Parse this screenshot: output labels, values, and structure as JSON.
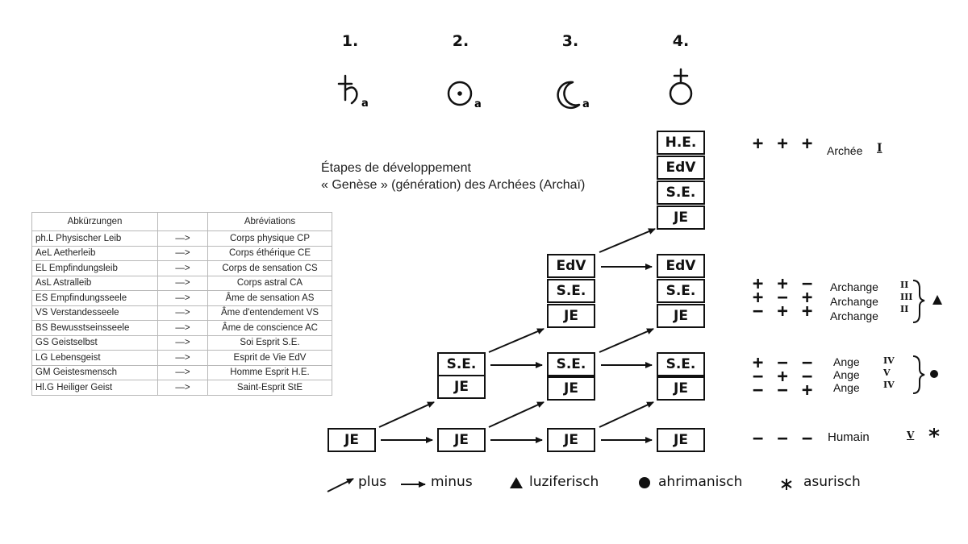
{
  "title": {
    "line1": "Étapes de développement",
    "line2": "« Genèse » (génération) des Archées (Archaï)"
  },
  "table": {
    "headers": [
      "Abkürzungen",
      "",
      "Abréviations"
    ],
    "rows": [
      [
        "ph.L Physischer Leib",
        "—>",
        "Corps physique CP"
      ],
      [
        "AeL Aetherleib",
        "—>",
        "Corps éthérique CE"
      ],
      [
        "EL Empfindungsleib",
        "—>",
        "Corps de sensation CS"
      ],
      [
        "AsL Astralleib",
        "—>",
        "Corps astral CA"
      ],
      [
        "ES Empfindungsseele",
        "—>",
        "Âme de sensation AS"
      ],
      [
        "VS Verstandesseele",
        "—>",
        "Âme d'entendement VS"
      ],
      [
        "BS Bewusstseinsseele",
        "—>",
        "Âme de conscience AC"
      ],
      [
        "GS Geistselbst",
        "—>",
        "Soi Esprit S.E."
      ],
      [
        "LG Lebensgeist",
        "—>",
        "Esprit de Vie EdV"
      ],
      [
        "GM Geistesmensch",
        "—>",
        "Homme Esprit H.E."
      ],
      [
        "Hl.G Heiliger Geist",
        "—>",
        "Saint-Esprit StE"
      ]
    ]
  },
  "stages": [
    {
      "number": "1.",
      "planet": "saturn-icon",
      "sub": "a"
    },
    {
      "number": "2.",
      "planet": "sun-icon",
      "sub": "a"
    },
    {
      "number": "3.",
      "planet": "moon-icon",
      "sub": "a"
    },
    {
      "number": "4.",
      "planet": "earth-icon",
      "sub": ""
    }
  ],
  "columns": [
    {
      "boxes": [
        "JE"
      ]
    },
    {
      "boxes": [
        "S.E.",
        "JE",
        "JE"
      ]
    },
    {
      "boxes": [
        "EdV",
        "S.E.",
        "JE",
        "S.E.",
        "JE",
        "JE"
      ]
    },
    {
      "boxes": [
        "H.E.",
        "EdV",
        "S.E.",
        "JE",
        "EdV",
        "S.E.",
        "JE",
        "S.E.",
        "JE",
        "JE"
      ]
    }
  ],
  "rows": [
    {
      "signs": [
        "+ + +"
      ],
      "labels": [
        "Archée"
      ],
      "marker": "I"
    },
    {
      "signs": [
        "+ + −",
        "+ − +",
        "− + +"
      ],
      "labels": [
        "Archange",
        "Archange",
        "Archange"
      ],
      "marker": "II III II",
      "symbol": "triangle-icon"
    },
    {
      "signs": [
        "+ − −",
        "− + −",
        "− − +"
      ],
      "labels": [
        "Ange",
        "Ange",
        "Ange"
      ],
      "marker": "IV V IV",
      "symbol": "dot-icon"
    },
    {
      "signs": [
        "− − −"
      ],
      "labels": [
        "Humain"
      ],
      "marker": "V",
      "symbol": "asterisk-icon"
    }
  ],
  "legend": {
    "plus": "plus",
    "minus": "minus",
    "triangle": "luziferisch",
    "dot": "ahrimanisch",
    "star": "asurisch"
  }
}
